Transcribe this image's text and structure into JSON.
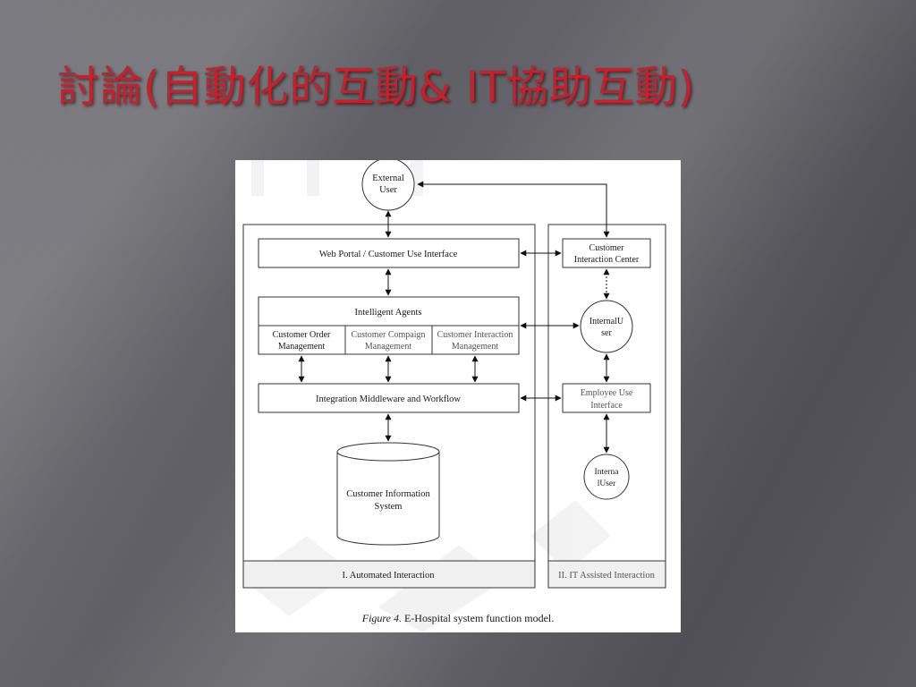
{
  "slide": {
    "title": "討論(自動化的互動& IT協助互動)"
  },
  "diagram": {
    "external_user": [
      "External",
      "User"
    ],
    "web_portal": "Web Portal  / Customer Use Interface",
    "intelligent_agents": "Intelligent Agents",
    "order_mgmt": [
      "Customer Order",
      "Management"
    ],
    "campaign_mgmt": [
      "Customer Compaign",
      "Management"
    ],
    "interaction_mgmt": [
      "Customer Interaction",
      "Management"
    ],
    "middleware": "Integration Middleware and Workflow",
    "cis": [
      "Customer Information",
      "System"
    ],
    "automated_label": "I. Automated Interaction",
    "it_assisted_label": "II. IT Assisted Interaction",
    "interaction_center": [
      "Customer",
      "Interaction Center"
    ],
    "internal_user_1": [
      "InternalU",
      "ser"
    ],
    "employee_ui": [
      "Employee Use",
      "Interface"
    ],
    "internal_user_2": [
      "Interna",
      "lUser"
    ],
    "caption_prefix": "Figure 4.",
    "caption_text": " E-Hospital system function model."
  }
}
